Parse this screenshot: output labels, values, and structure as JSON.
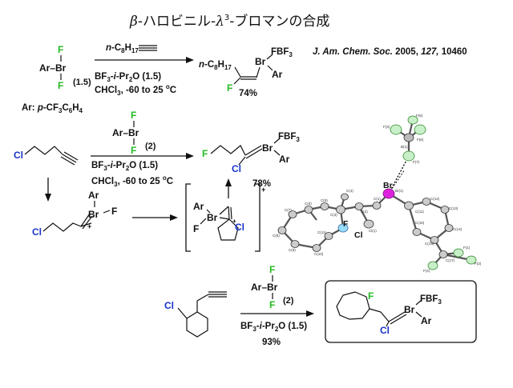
{
  "title": {
    "beta": "β",
    "text1": "-ハロビニル-",
    "lambda": "λ",
    "sup": "3",
    "text2": "-ブロマンの合成"
  },
  "reference": {
    "journal": "J. Am. Chem. Soc.",
    "year": "2005,",
    "volume": "127,",
    "page": "10460"
  },
  "colors": {
    "fluorine": "#22bb22",
    "chlorine": "#1a33cc",
    "text": "#111111",
    "bromine_atom": "#dd22dd"
  },
  "reaction1": {
    "reagent_F_top": "F",
    "reagent_ArBr": "Ar–Br",
    "reagent_F_bottom": "F",
    "reagent_equiv": "(1.5)",
    "above_arrow": "n-C8H17",
    "cond1": "BF3-i-Pr2O (1.5)",
    "cond2": "CHCl3, -60 to 25 oC",
    "ar_def": "Ar: p-CF3C6H4",
    "prod_alkyl": "n-C8H17",
    "prod_Br": "Br",
    "prod_FBF3": "FBF3",
    "prod_Ar": "Ar",
    "prod_F": "F",
    "yield": "74%"
  },
  "reaction2": {
    "sm_Cl": "Cl",
    "reagent_F_top": "F",
    "reagent_ArBr": "Ar–Br",
    "reagent_F_bottom": "F",
    "reagent_equiv": "(2)",
    "cond1": "BF3-i-Pr2O (1.5)",
    "cond2": "CHCl3, -60 to 25 oC",
    "prod_F": "F",
    "prod_Br": "Br",
    "prod_FBF3": "FBF3",
    "prod_Ar": "Ar",
    "prod_Cl": "Cl",
    "yield": "78%"
  },
  "intermediate1": {
    "Ar": "Ar",
    "Br": "Br",
    "F": "F",
    "Cl": "Cl",
    "plus": "+"
  },
  "intermediate2": {
    "Ar": "Ar",
    "Br": "Br",
    "F": "F",
    "Cl": "Cl",
    "charge": "+"
  },
  "crystal": {
    "Br_label": "Br",
    "F_label": "F",
    "Cl_label": "Cl",
    "atom_labels": [
      "F(3)",
      "B(1)",
      "F(6)",
      "F(5)",
      "F(7)",
      "Br(1)",
      "C(1)",
      "C(2)",
      "C(3)",
      "C(4)",
      "C(5)",
      "C(6)",
      "C(7)",
      "C(8)",
      "C(9)",
      "C(10)",
      "C(11)",
      "C(12)",
      "C(13)",
      "C(14)",
      "C(15)",
      "C(16)",
      "C(17)",
      "F(1)",
      "F(2)",
      "F(4)",
      "Cl(1)"
    ]
  },
  "reaction3": {
    "sm_Cl": "Cl",
    "reagent_F_top": "F",
    "reagent_ArBr": "Ar–Br",
    "reagent_F_bottom": "F",
    "reagent_equiv": "(2)",
    "cond1": "BF3-i-Pr2O (1.5)",
    "yield": "93%",
    "prod_F": "F",
    "prod_Br": "Br",
    "prod_FBF3": "FBF3",
    "prod_Ar": "Ar",
    "prod_Cl": "Cl"
  }
}
